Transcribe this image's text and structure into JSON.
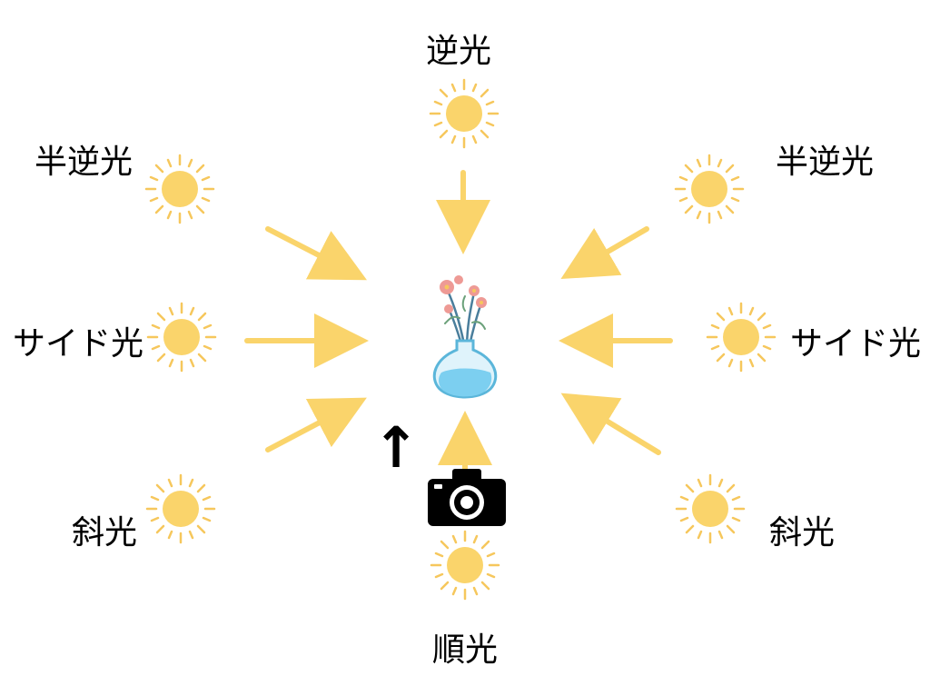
{
  "labels": {
    "back": "逆光",
    "half_back_left": "半逆光",
    "half_back_right": "半逆光",
    "side_left": "サイド光",
    "side_right": "サイド光",
    "oblique_left": "斜光",
    "oblique_right": "斜光",
    "front": "順光"
  },
  "marker": "↑",
  "colors": {
    "sun": "#FAD46B",
    "sun_ray": "#F6C75C",
    "arrow": "#FAD46B",
    "vase_water": "#7CCFF0",
    "vase_outline": "#5BB6DA",
    "flower_pink": "#EE9A95",
    "stem": "#4A7E9C",
    "camera": "#000000"
  },
  "icons": [
    "sun-icon",
    "flower-vase-icon",
    "camera-icon",
    "up-arrow-icon"
  ]
}
